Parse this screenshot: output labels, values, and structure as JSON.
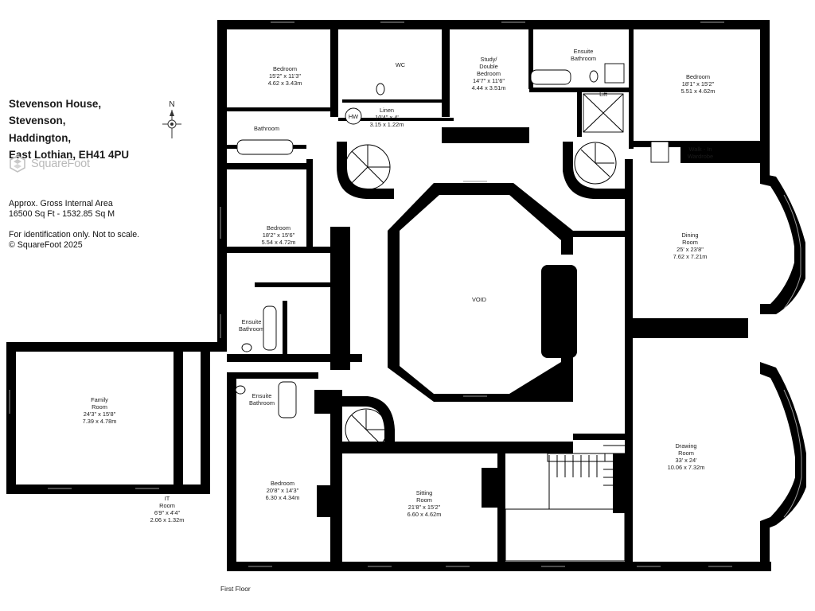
{
  "address": {
    "line1": "Stevenson House,",
    "line2": "Stevenson,",
    "line3": "Haddington,",
    "line4": "East Lothian, EH41 4PU"
  },
  "brand": {
    "name": "SquareFoot",
    "icon": "squarefoot-logo-icon"
  },
  "compass": {
    "letter": "N",
    "icon": "north-arrow-icon"
  },
  "area": {
    "label": "Approx. Gross Internal Area",
    "value": "16500 Sq Ft - 1532.85 Sq M"
  },
  "disclaimer": {
    "line1": "For identification only. Not to scale.",
    "line2": "© SquareFoot 2025"
  },
  "floor_label": "First Floor",
  "rooms": {
    "bedroom_nw": {
      "name": "Bedroom",
      "imperial": "15'2\" x 11'3\"",
      "metric": "4.62 x 3.43m"
    },
    "wc": {
      "name": "WC"
    },
    "study": {
      "name1": "Study/",
      "name2": "Double",
      "name3": "Bedroom",
      "imperial": "14'7\" x 11'6\"",
      "metric": "4.44 x 3.51m"
    },
    "ensuite_n": {
      "name1": "Ensuite",
      "name2": "Bathroom"
    },
    "lift": {
      "name": "Lift"
    },
    "bedroom_ne": {
      "name": "Bedroom",
      "imperial": "18'1\" x 15'2\"",
      "metric": "5.51 x 4.62m"
    },
    "linen": {
      "name": "Linen",
      "imperial": "10'4\" x 4'",
      "metric": "3.15 x 1.22m"
    },
    "hw": {
      "name": "HW"
    },
    "bathroom": {
      "name": "Bathroom"
    },
    "walkin": {
      "name1": "Walk - In",
      "name2": "Wardrobe"
    },
    "bedroom_w": {
      "name": "Bedroom",
      "imperial": "18'2\" x 15'6\"",
      "metric": "5.54 x 4.72m"
    },
    "dining": {
      "name1": "Dining",
      "name2": "Room",
      "imperial": "25' x 23'8\"",
      "metric": "7.62 x 7.21m"
    },
    "void": {
      "name": "VOID"
    },
    "ensuite_w": {
      "name1": "Ensuite",
      "name2": "Bathroom"
    },
    "family": {
      "name1": "Family",
      "name2": "Room",
      "imperial": "24'3\" x 15'8\"",
      "metric": "7.39 x 4.78m"
    },
    "ensuite_s": {
      "name1": "Ensuite",
      "name2": "Bathroom"
    },
    "it": {
      "name1": "IT",
      "name2": "Room",
      "imperial": "6'9\" x 4'4\"",
      "metric": "2.06 x 1.32m"
    },
    "bedroom_s": {
      "name": "Bedroom",
      "imperial": "20'8\" x 14'3\"",
      "metric": "6.30 x 4.34m"
    },
    "sitting": {
      "name1": "Sitting",
      "name2": "Room",
      "imperial": "21'8\" x 15'2\"",
      "metric": "6.60 x 4.62m"
    },
    "drawing": {
      "name1": "Drawing",
      "name2": "Room",
      "imperial": "33' x 24'",
      "metric": "10.06 x 7.32m"
    }
  },
  "colors": {
    "walls": "#000000",
    "text": "#1b1b1b",
    "brand_grey": "#b9b9b9",
    "background": "#ffffff"
  }
}
